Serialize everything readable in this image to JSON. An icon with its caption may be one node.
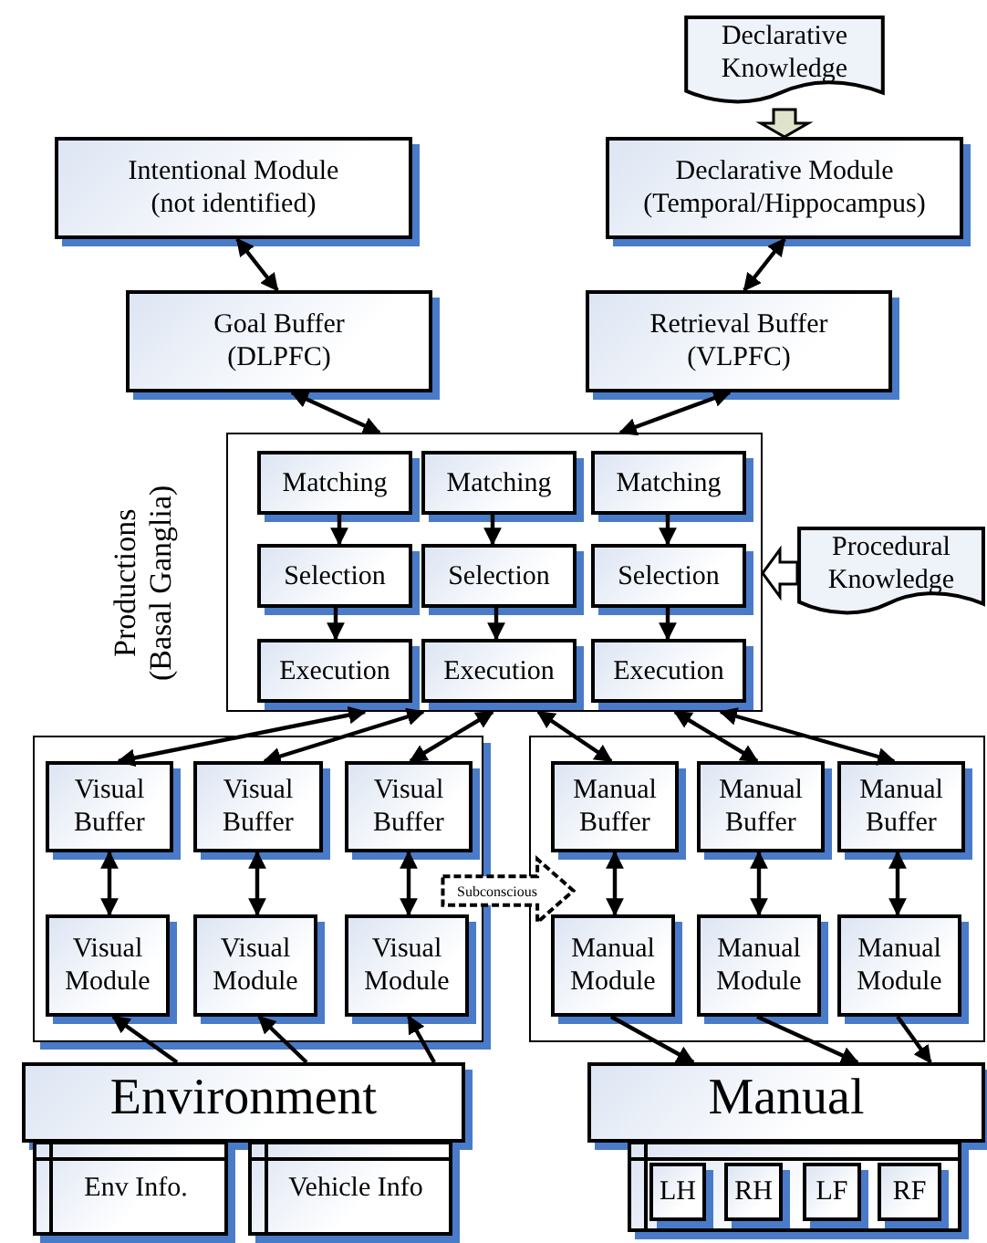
{
  "diagram": {
    "nodes": [
      {
        "text": [
          "Intentional Module",
          "(not identified)"
        ]
      },
      {
        "text": [
          "Declarative Knowledge"
        ]
      },
      {
        "text": [
          "Declarative Module",
          "(Temporal/Hippocampus)"
        ]
      },
      {
        "text": [
          "Goal Buffer",
          "(DLPFC)"
        ]
      },
      {
        "text": [
          "Retrieval Buffer",
          "(VLPFC)"
        ]
      },
      {
        "text": [
          "Productions (Basal Ganglia)"
        ]
      },
      {
        "text": [
          "Matching"
        ],
        "in": 5
      },
      {
        "text": [
          "Matching"
        ],
        "in": 5
      },
      {
        "text": [
          "Matching"
        ],
        "in": 5
      },
      {
        "text": [
          "Selection"
        ],
        "in": 5
      },
      {
        "text": [
          "Selection"
        ],
        "in": 5
      },
      {
        "text": [
          "Selection"
        ],
        "in": 5
      },
      {
        "text": [
          "Execution"
        ],
        "in": 5
      },
      {
        "text": [
          "Execution"
        ],
        "in": 5
      },
      {
        "text": [
          "Execution"
        ],
        "in": 5
      },
      {
        "text": [
          "Procedural Knowledge"
        ]
      },
      {
        "text": [],
        "shape": "box"
      },
      {
        "text": [
          "Visual Buffer"
        ],
        "in": 16
      },
      {
        "text": [
          "Visual Buffer"
        ],
        "in": 16
      },
      {
        "text": [
          "Visual Buffer"
        ],
        "in": 16
      },
      {
        "text": [
          "Visual Module"
        ],
        "in": 16
      },
      {
        "text": [
          "Visual Module"
        ],
        "in": 16
      },
      {
        "text": [
          "Visual Module"
        ],
        "in": 16
      },
      {
        "text": [],
        "shape": "box"
      },
      {
        "text": [
          "Manual Buffer"
        ],
        "in": 23
      },
      {
        "text": [
          "Manual Buffer"
        ],
        "in": 23
      },
      {
        "text": [
          "Manual Buffer"
        ],
        "in": 23
      },
      {
        "text": [
          "Manual Module"
        ],
        "in": 23
      },
      {
        "text": [
          "Manual Module"
        ],
        "in": 23
      },
      {
        "text": [
          "Manual Module"
        ],
        "in": 23
      },
      {
        "text": [
          "Subconscious"
        ]
      },
      {
        "text": [
          "Environment"
        ]
      },
      {
        "text": [
          "Env Info."
        ]
      },
      {
        "text": [
          "Vehicle Info"
        ]
      },
      {
        "text": [
          "Manual"
        ]
      },
      {
        "text": [],
        "shape": "box"
      },
      {
        "text": [
          "LH"
        ],
        "in": 35
      },
      {
        "text": [
          "RH"
        ],
        "in": 35
      },
      {
        "text": [
          "LF"
        ],
        "in": 35
      },
      {
        "text": [
          "RF"
        ],
        "in": 35
      }
    ],
    "edges": [
      {
        "from": 0,
        "to": 3,
        "arrow": "both"
      },
      {
        "from": 2,
        "to": 4,
        "arrow": "both"
      },
      {
        "from": 3,
        "to": 5,
        "arrow": "both"
      },
      {
        "from": 4,
        "to": 5,
        "arrow": "both"
      },
      {
        "from": 1,
        "to": 2,
        "arrow": "to",
        "style": "thick",
        "color": "#dfe3cc"
      },
      {
        "from": 15,
        "to": 5,
        "arrow": "to",
        "style": "thick"
      },
      {
        "from": 6,
        "to": 9,
        "arrow": "to"
      },
      {
        "from": 7,
        "to": 10,
        "arrow": "to"
      },
      {
        "from": 8,
        "to": 11,
        "arrow": "to"
      },
      {
        "from": 9,
        "to": 12,
        "arrow": "to"
      },
      {
        "from": 10,
        "to": 13,
        "arrow": "to"
      },
      {
        "from": 11,
        "to": 14,
        "arrow": "to"
      },
      {
        "from": 5,
        "to": 17,
        "arrow": "both"
      },
      {
        "from": 5,
        "to": 18,
        "arrow": "both"
      },
      {
        "from": 5,
        "to": 19,
        "arrow": "both"
      },
      {
        "from": 5,
        "to": 24,
        "arrow": "both"
      },
      {
        "from": 5,
        "to": 25,
        "arrow": "both"
      },
      {
        "from": 5,
        "to": 26,
        "arrow": "both"
      },
      {
        "from": 17,
        "to": 20,
        "arrow": "both"
      },
      {
        "from": 18,
        "to": 21,
        "arrow": "both"
      },
      {
        "from": 19,
        "to": 22,
        "arrow": "both"
      },
      {
        "from": 24,
        "to": 27,
        "arrow": "both"
      },
      {
        "from": 25,
        "to": 28,
        "arrow": "both"
      },
      {
        "from": 26,
        "to": 29,
        "arrow": "both"
      },
      {
        "from": 31,
        "to": 20,
        "arrow": "to"
      },
      {
        "from": 31,
        "to": 21,
        "arrow": "to"
      },
      {
        "from": 31,
        "to": 22,
        "arrow": "to"
      },
      {
        "from": 27,
        "to": 34,
        "arrow": "to"
      },
      {
        "from": 28,
        "to": 34,
        "arrow": "to"
      },
      {
        "from": 29,
        "to": 34,
        "arrow": "to"
      }
    ]
  }
}
